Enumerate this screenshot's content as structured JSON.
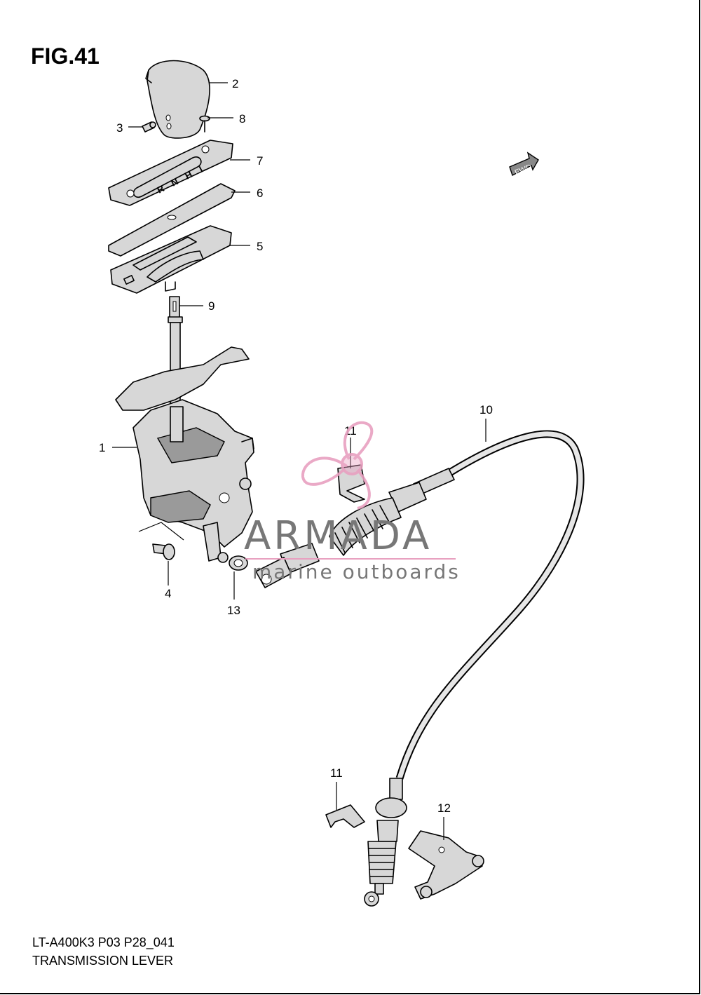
{
  "figure": {
    "title": "FIG.41"
  },
  "fwd_label": "FWD",
  "callouts": [
    {
      "id": "1",
      "label": "1"
    },
    {
      "id": "2",
      "label": "2"
    },
    {
      "id": "3",
      "label": "3"
    },
    {
      "id": "4",
      "label": "4"
    },
    {
      "id": "5",
      "label": "5"
    },
    {
      "id": "6",
      "label": "6"
    },
    {
      "id": "7",
      "label": "7"
    },
    {
      "id": "8",
      "label": "8"
    },
    {
      "id": "9",
      "label": "9"
    },
    {
      "id": "10",
      "label": "10"
    },
    {
      "id": "11a",
      "label": "11"
    },
    {
      "id": "11b",
      "label": "11"
    },
    {
      "id": "12",
      "label": "12"
    },
    {
      "id": "13",
      "label": "13"
    }
  ],
  "watermark": {
    "brand": "ARMADA",
    "tagline": "marine outboards",
    "color": "#e8a0c0"
  },
  "footer": {
    "model_code": "LT-A400K3 P03 P28_041",
    "caption": "TRANSMISSION LEVER"
  }
}
